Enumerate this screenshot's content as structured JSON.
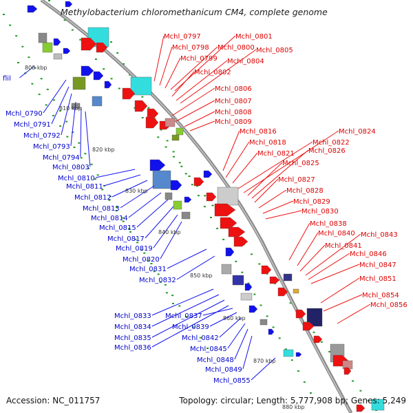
{
  "title": "Methylobacterium chloromethanicum CM4, complete genome",
  "accession": "Accession: NC_011757",
  "topology": "Topology: circular; Length: 5,777,908 bp; Genes: 5,249",
  "ticks": [
    "800 kbp",
    "810 kbp",
    "820 kbp",
    "830 kbp",
    "840 kbp",
    "850 kbp",
    "860 kbp",
    "870 kbp",
    "880 kbp"
  ],
  "colors": {
    "forward": "#ee1111",
    "reverse": "#1111ee",
    "backbone": "#888888",
    "dots": "#229922"
  },
  "labels_right": [
    "Mchl_0797",
    "Mchl_0798",
    "Mchl_0799",
    "Mchl_0800",
    "Mchl_0801",
    "Mchl_0802",
    "Mchl_0804",
    "Mchl_0805",
    "Mchl_0806",
    "Mchl_0807",
    "Mchl_0808",
    "Mchl_0809",
    "Mchl_0816",
    "Mchl_0818",
    "Mchl_0821",
    "Mchl_0822",
    "Mchl_0824",
    "Mchl_0825",
    "Mchl_0826",
    "Mchl_0827",
    "Mchl_0828",
    "Mchl_0829",
    "Mchl_0830",
    "Mchl_0838",
    "Mchl_0840",
    "Mchl_0841",
    "Mchl_0843",
    "Mchl_0846",
    "Mchl_0847",
    "Mchl_0851",
    "Mchl_0854",
    "Mchl_0856"
  ],
  "labels_left": [
    "flil",
    "Mchl_0790",
    "Mchl_0791",
    "Mchl_0792",
    "Mchl_0793",
    "Mchl_0794",
    "Mchl_0803",
    "Mchl_0810",
    "Mchl_0811",
    "Mchl_0812",
    "Mchl_0813",
    "Mchl_0814",
    "Mchl_0815",
    "Mchl_0817",
    "Mchl_0819",
    "Mchl_0820",
    "Mchl_0831",
    "Mchl_0832",
    "Mchl_0833",
    "Mchl_0834",
    "Mchl_0835",
    "Mchl_0836",
    "Mchl_0837",
    "Mchl_0839",
    "Mchl_0842",
    "Mchl_0845",
    "Mchl_0848",
    "Mchl_0849",
    "Mchl_0855"
  ]
}
